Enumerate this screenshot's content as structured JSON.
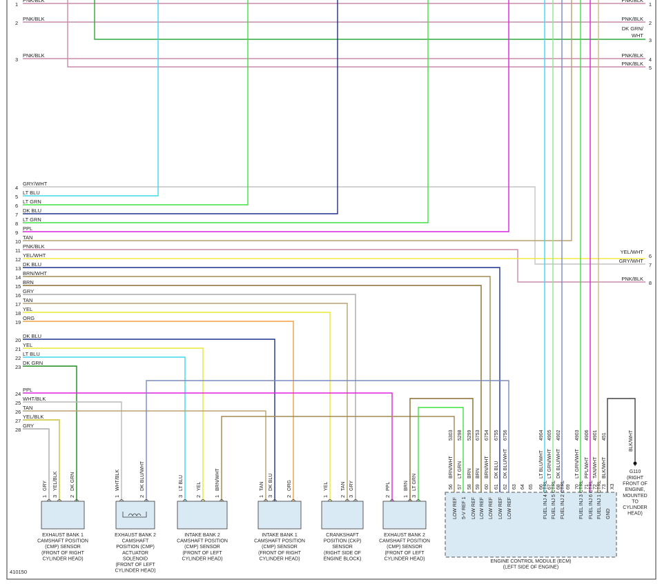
{
  "diagram_id": "410150",
  "colors": {
    "PNK/BLK": "#c98aa8",
    "DK GRN/WHT": "#2ea83a",
    "LT BLU": "#3ed8ea",
    "LT GRN": "#3ee03e",
    "DK BLU": "#1c2f8c",
    "PPL": "#e020e0",
    "TAN": "#b8a070",
    "GRY": "#a8a8a8",
    "GRY/WHT": "#c4c4c4",
    "YEL": "#e8e830",
    "YEL/WHT": "#f0ea40",
    "YEL/BLK": "#c8c030",
    "BRN": "#8a6a30",
    "BRN/WHT": "#a08850",
    "ORG": "#f0a040",
    "DK GRN": "#1a8a1a",
    "WHT/BLK": "#b8b8b8",
    "DK BLU/WHT": "#7888c0",
    "BLK/WHT": "#404040",
    "LT GRN/WHT": "#8ae88a",
    "TAN/WHT": "#d0b888",
    "BLK": "#202020"
  },
  "left_rows": [
    {
      "n": "1",
      "label": "PNK/BLK"
    },
    {
      "n": "2",
      "label": "PNK/BLK"
    },
    {
      "n": "3",
      "label": "PNK/BLK"
    },
    {
      "n": "4",
      "label": "GRY/WHT"
    },
    {
      "n": "5",
      "label": "LT BLU"
    },
    {
      "n": "6",
      "label": "LT GRN"
    },
    {
      "n": "7",
      "label": "DK BLU"
    },
    {
      "n": "8",
      "label": "LT GRN"
    },
    {
      "n": "9",
      "label": "PPL"
    },
    {
      "n": "10",
      "label": "TAN"
    },
    {
      "n": "11",
      "label": "PNK/BLK"
    },
    {
      "n": "12",
      "label": "YEL/WHT"
    },
    {
      "n": "13",
      "label": "DK BLU"
    },
    {
      "n": "14",
      "label": "BRN/WHT"
    },
    {
      "n": "15",
      "label": "BRN"
    },
    {
      "n": "16",
      "label": "GRY"
    },
    {
      "n": "17",
      "label": "TAN"
    },
    {
      "n": "18",
      "label": "YEL"
    },
    {
      "n": "19",
      "label": "ORG"
    },
    {
      "n": "20",
      "label": "DK BLU"
    },
    {
      "n": "21",
      "label": "YEL"
    },
    {
      "n": "22",
      "label": "LT BLU"
    },
    {
      "n": "23",
      "label": "DK GRN"
    },
    {
      "n": "24",
      "label": "PPL"
    },
    {
      "n": "25",
      "label": "WHT/BLK"
    },
    {
      "n": "26",
      "label": "TAN"
    },
    {
      "n": "27",
      "label": "YEL/BLK"
    },
    {
      "n": "28",
      "label": "GRY"
    }
  ],
  "right_rows": [
    {
      "n": "1",
      "label": "PNK/BLK"
    },
    {
      "n": "2",
      "label": "PNK/BLK"
    },
    {
      "n": "3",
      "label": "DK GRN/ WHT"
    },
    {
      "n": "4",
      "label": "PNK/BLK"
    },
    {
      "n": "5",
      "label": "PNK/BLK"
    },
    {
      "n": "6",
      "label": "YEL/WHT"
    },
    {
      "n": "7",
      "label": "GRY/WHT"
    },
    {
      "n": "8",
      "label": "PNK/BLK"
    }
  ],
  "sensors": [
    {
      "id": "exh1",
      "caption": [
        "EXHAUST BANK 1",
        "CAMSHAFT POSITION",
        "(CMP) SENSOR",
        "(FRONT OF RIGHT",
        "CYLINDER HEAD)"
      ],
      "pins": [
        {
          "n": "1",
          "wire": "GRY"
        },
        {
          "n": "3",
          "wire": "YEL/BLK"
        },
        {
          "n": "2",
          "wire": "DK GRN"
        }
      ]
    },
    {
      "id": "sol",
      "caption": [
        "EXHAUST BANK 2",
        "CAMSHAFT",
        "POSITION (CMP)",
        "ACTUATOR",
        "SOLENOID",
        "(FRONT OF LEFT",
        "CYLINDER HEAD)"
      ],
      "pins": [
        {
          "n": "1",
          "wire": "WHT/BLK"
        },
        {
          "n": "2",
          "wire": "DK BLU/WHT"
        }
      ]
    },
    {
      "id": "int2",
      "caption": [
        "INTAKE BANK 2",
        "CAMSHAFT POSITION",
        "(CMP) SENSOR",
        "(FRONT OF LEFT",
        "CYLINDER HEAD)"
      ],
      "pins": [
        {
          "n": "3",
          "wire": "LT BLU"
        },
        {
          "n": "2",
          "wire": "YEL"
        },
        {
          "n": "1",
          "wire": "BRN/WHT"
        }
      ]
    },
    {
      "id": "int1",
      "caption": [
        "INTAKE BANK 1",
        "CAMSHAFT POSITION",
        "(CMP) SENSOR",
        "(FRONT OF RIGHT",
        "CYLINDER HEAD)"
      ],
      "pins": [
        {
          "n": "1",
          "wire": "TAN"
        },
        {
          "n": "3",
          "wire": "DK BLU"
        },
        {
          "n": "2",
          "wire": "ORG"
        }
      ]
    },
    {
      "id": "ckp",
      "caption": [
        "CRANKSHAFT",
        "POSITION (CKP)",
        "SENSOR",
        "(RIGHT SIDE OF",
        "ENGINE BLOCK)"
      ],
      "pins": [
        {
          "n": "1",
          "wire": "YEL"
        },
        {
          "n": "2",
          "wire": "TAN"
        },
        {
          "n": "3",
          "wire": "GRY"
        }
      ]
    },
    {
      "id": "exh2",
      "caption": [
        "EXHAUST BANK 2",
        "CAMSHAFT POSITION",
        "(CMP) SENSOR",
        "(FRONT OF LEFT",
        "CYLINDER HEAD)"
      ],
      "pins": [
        {
          "n": "2",
          "wire": "PPL"
        },
        {
          "n": "1",
          "wire": "BRN"
        },
        {
          "n": "3",
          "wire": "LT GRN"
        }
      ]
    }
  ],
  "ecm": {
    "caption": [
      "ENGINE CONTROL MODULE (ECM)",
      "(LEFT SIDE OF ENGINE)"
    ],
    "pins": [
      {
        "pin": "56",
        "circuit": "5303",
        "wire": "BRN/WHT",
        "func": "LOW REF"
      },
      {
        "pin": "57",
        "circuit": "5298",
        "wire": "LT GRN",
        "func": "5-V REF 1"
      },
      {
        "pin": "58",
        "circuit": "5299",
        "wire": "BRN",
        "func": "LOW REF"
      },
      {
        "pin": "59",
        "circuit": "6753",
        "wire": "BRN",
        "func": "LOW REF"
      },
      {
        "pin": "60",
        "circuit": "6754",
        "wire": "BRN/WHT",
        "func": "LOW REF"
      },
      {
        "pin": "61",
        "circuit": "6755",
        "wire": "DK BLU",
        "func": "LOW REF"
      },
      {
        "pin": "62",
        "circuit": "6756",
        "wire": "DK BLU/WHT",
        "func": "LOW REF"
      },
      {
        "pin": "63",
        "circuit": "",
        "wire": "",
        "func": ""
      },
      {
        "pin": "64",
        "circuit": "",
        "wire": "",
        "func": ""
      },
      {
        "pin": "65",
        "circuit": "",
        "wire": "",
        "func": ""
      },
      {
        "pin": "66",
        "circuit": "4904",
        "wire": "LT BLU/WHT",
        "func": "FUEL INJ 4 CTRL"
      },
      {
        "pin": "67",
        "circuit": "4905",
        "wire": "LT GRN/WHT",
        "func": "FUEL INJ 5 CTRL"
      },
      {
        "pin": "68",
        "circuit": "4902",
        "wire": "DK BLU/WHT",
        "func": "FUEL INJ 2 CTRL"
      },
      {
        "pin": "69",
        "circuit": "",
        "wire": "",
        "func": ""
      },
      {
        "pin": "70",
        "circuit": "4903",
        "wire": "LT GRN/WHT",
        "func": "FUEL INJ 3 CTRL"
      },
      {
        "pin": "71",
        "circuit": "4906",
        "wire": "PPL/WHT",
        "func": "FUEL INJ 6 CTRL"
      },
      {
        "pin": "72",
        "circuit": "4901",
        "wire": "TAN/WHT",
        "func": "FUEL INJ 1 CTRL"
      },
      {
        "pin": "73",
        "circuit": "451",
        "wire": "BLK/WHT",
        "func": "GND"
      },
      {
        "pin": "X3",
        "circuit": "",
        "wire": "",
        "func": ""
      }
    ]
  },
  "ground": {
    "label": "BLK/WHT",
    "id": "G110",
    "desc": [
      "(RIGHT",
      "FRONT OF",
      "ENGINE,",
      "MOUNTED",
      "TO",
      "CYLINDER",
      "HEAD)"
    ]
  }
}
